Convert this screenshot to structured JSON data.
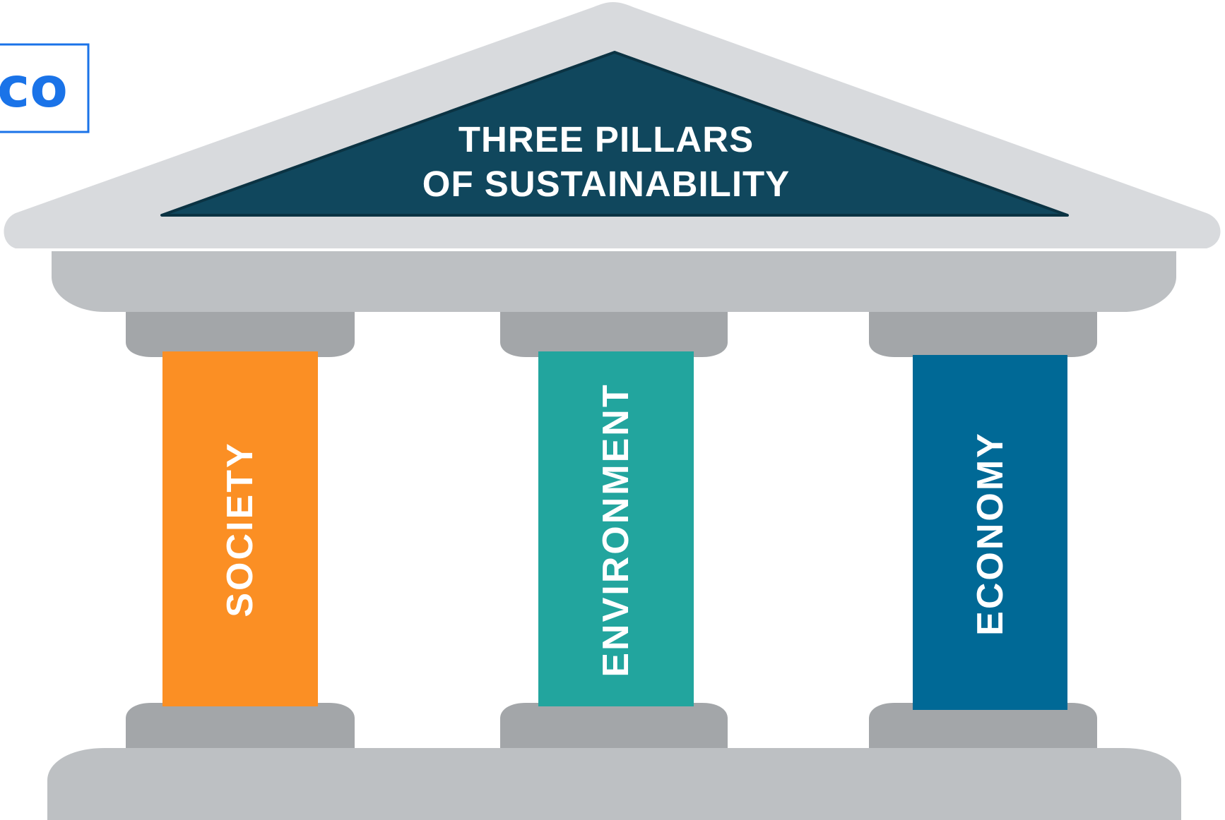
{
  "logo": {
    "text": "co",
    "color": "#1a73e8"
  },
  "heading": {
    "line1": "THREE PILLARS",
    "line2": "OF SUSTAINABILITY"
  },
  "pillars": [
    {
      "label": "SOCIETY",
      "color": "#fb8f24"
    },
    {
      "label": "ENVIRONMENT",
      "color": "#22a59e"
    },
    {
      "label": "ECONOMY",
      "color": "#006996"
    }
  ],
  "colors": {
    "roof": "#d8dadd",
    "pediment": "#10475d",
    "entablature": "#bdc0c3",
    "capital": "#a3a6a9",
    "base": "#bdc0c3",
    "text": "#ffffff"
  }
}
